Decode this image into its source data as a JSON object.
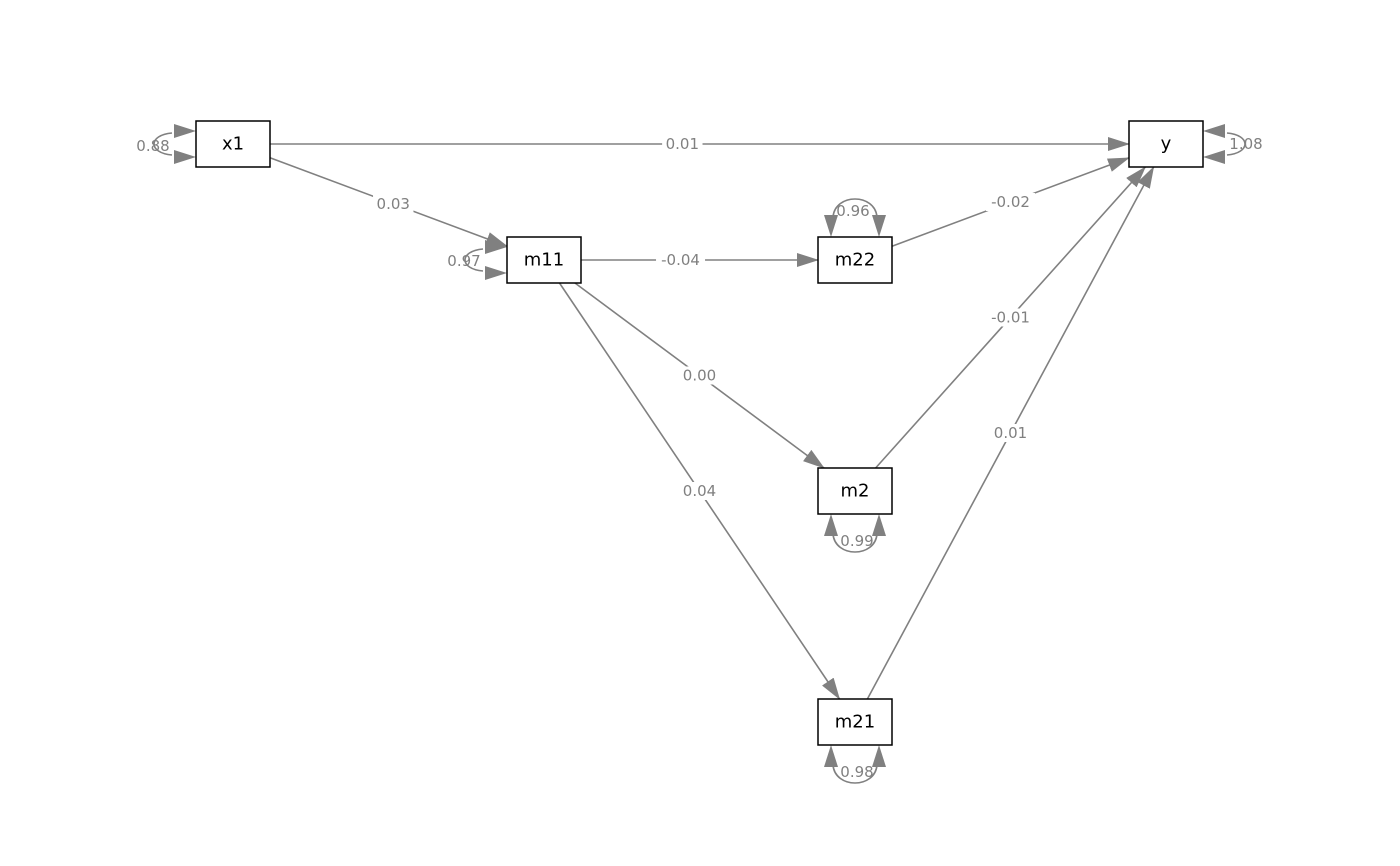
{
  "colors": {
    "edge": "#808080",
    "node_border": "#000000",
    "node_fill": "#ffffff",
    "label_text": "#808080"
  },
  "nodes": [
    {
      "id": "x1",
      "label": "x1"
    },
    {
      "id": "m11",
      "label": "m11"
    },
    {
      "id": "m22",
      "label": "m22"
    },
    {
      "id": "m2",
      "label": "m2"
    },
    {
      "id": "m21",
      "label": "m21"
    },
    {
      "id": "y",
      "label": "y"
    }
  ],
  "paths": [
    {
      "from": "x1",
      "to": "y",
      "label": "0.01"
    },
    {
      "from": "x1",
      "to": "m11",
      "label": "0.03"
    },
    {
      "from": "m11",
      "to": "m22",
      "label": "-0.04"
    },
    {
      "from": "m11",
      "to": "m2",
      "label": "0.00"
    },
    {
      "from": "m11",
      "to": "m21",
      "label": "0.04"
    },
    {
      "from": "m22",
      "to": "y",
      "label": "-0.02"
    },
    {
      "from": "m2",
      "to": "y",
      "label": "-0.01"
    },
    {
      "from": "m21",
      "to": "y",
      "label": "0.01"
    }
  ],
  "variances": [
    {
      "node": "x1",
      "label": "0.88"
    },
    {
      "node": "m11",
      "label": "0.97"
    },
    {
      "node": "m22",
      "label": "0.96"
    },
    {
      "node": "m2",
      "label": "0.99"
    },
    {
      "node": "m21",
      "label": "0.98"
    },
    {
      "node": "y",
      "label": "1.08"
    }
  ]
}
